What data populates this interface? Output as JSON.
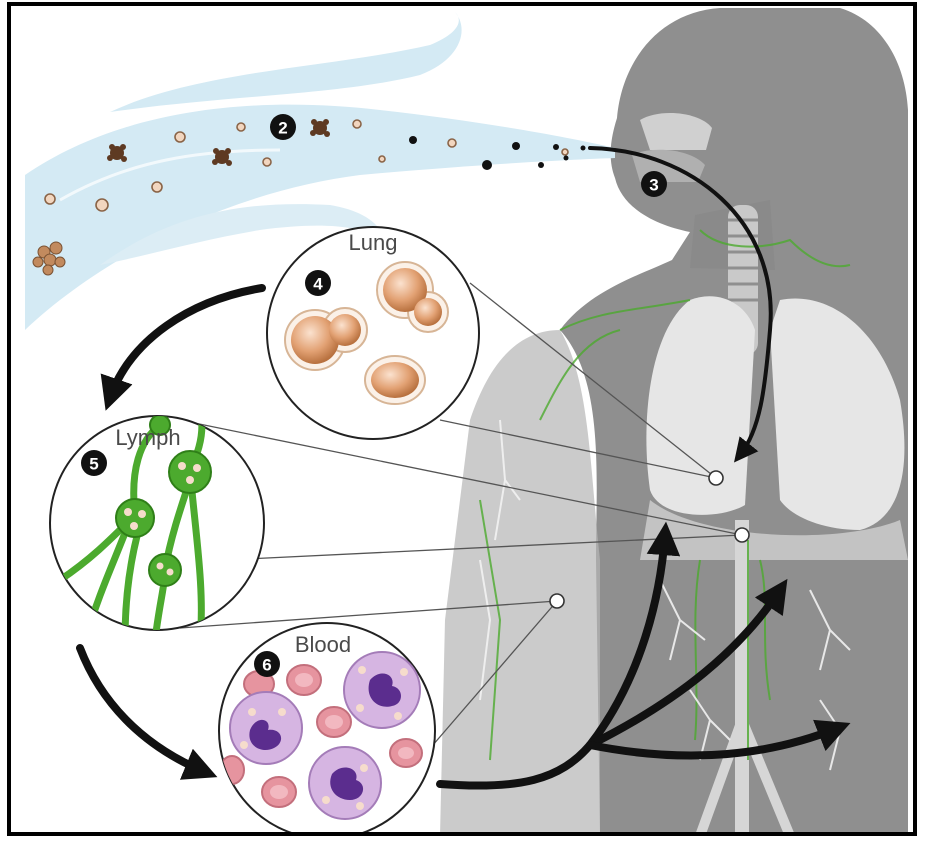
{
  "diagram": {
    "steps": [
      {
        "number": "2"
      },
      {
        "number": "3"
      },
      {
        "number": "4",
        "label": "Lung"
      },
      {
        "number": "5",
        "label": "Lymph"
      },
      {
        "number": "6",
        "label": "Blood"
      }
    ],
    "colors": {
      "frame": "#000000",
      "air_stream": "#d4eaf4",
      "body_silhouette": "#8f8f8f",
      "lung": "#e6e6e6",
      "lymph_vessel": "#4caa2e",
      "spore": "#e2a173",
      "blood_cell": "#e6949f",
      "white_cell": "#d6b5e2",
      "nucleus": "#5b2d8e",
      "arrow": "#111111"
    }
  }
}
